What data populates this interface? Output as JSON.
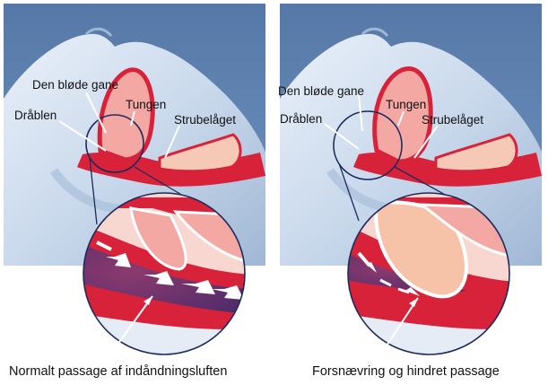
{
  "panels": [
    {
      "labels": {
        "soft_palate": "Den bløde gane",
        "uvula": "Dråblen",
        "tongue": "Tungen",
        "larynx": "Strubelåget"
      },
      "caption": "Normalt passage af indåndningsluften",
      "airflow": "normal"
    },
    {
      "labels": {
        "soft_palate": "Den bløde gane",
        "uvula": "Dråblen",
        "tongue": "Tungen",
        "larynx": "Strubelåget"
      },
      "caption": "Forsnævring og hindret passage",
      "airflow": "obstructed"
    }
  ],
  "colors": {
    "background_blue": "#5f86b3",
    "head_light": "#cad8ea",
    "tissue_red": "#d8223a",
    "tissue_pink": "#f3a8a4",
    "skin_pink": "#f6c9b6",
    "outline_navy": "#1c2a5c",
    "caption_bg": "#ffffff"
  }
}
